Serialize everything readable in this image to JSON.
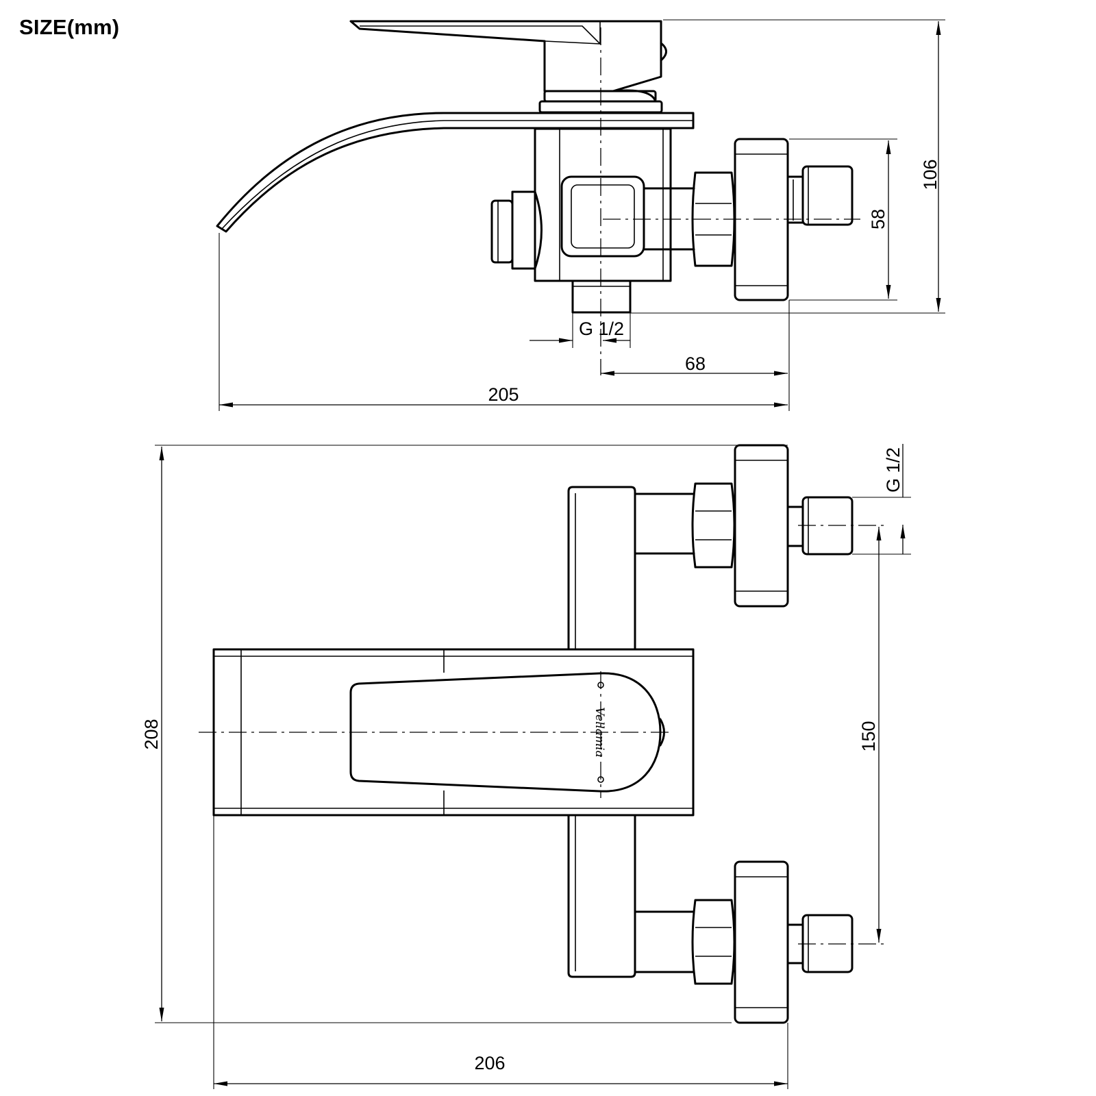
{
  "title": "SIZE(mm)",
  "side_view": {
    "dimensions": {
      "height_total": "106",
      "inlet_height": "58",
      "outlet_thread": "G 1/2",
      "axis_to_wall": "68",
      "spout_length": "205"
    }
  },
  "top_view": {
    "brand_logo": "Vellamia",
    "dimensions": {
      "depth_total": "208",
      "inlet_thread": "G 1/2",
      "inlet_spacing": "150",
      "width_total": "206"
    }
  }
}
